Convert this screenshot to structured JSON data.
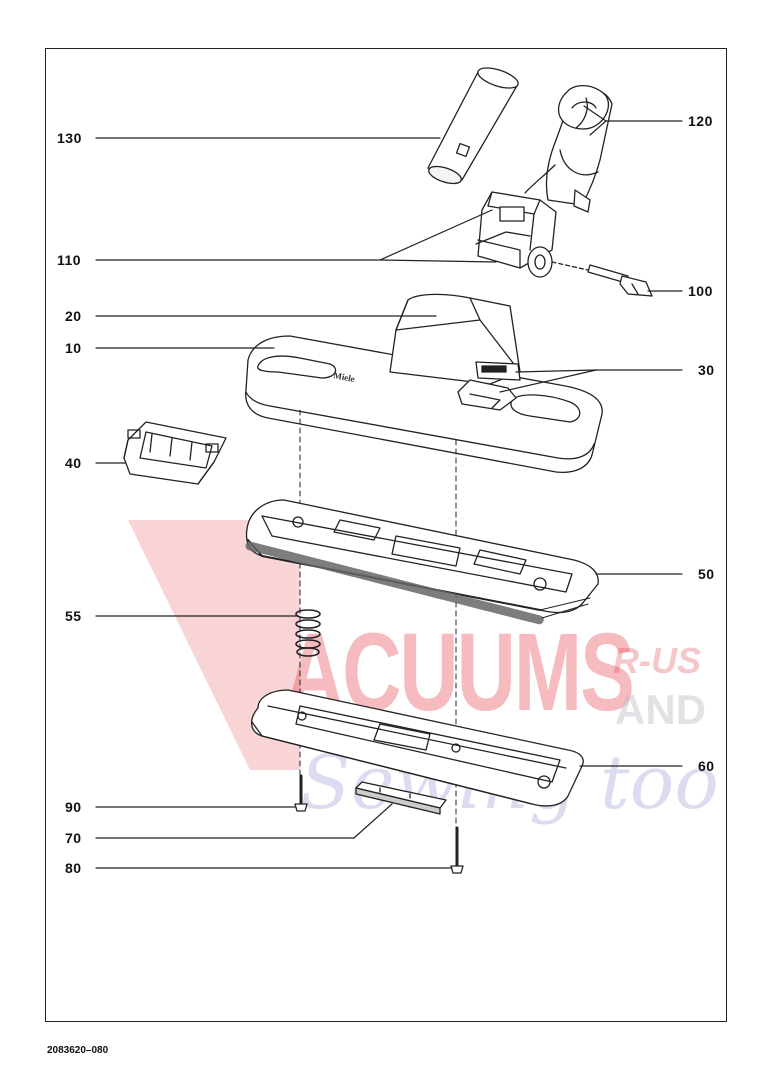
{
  "document_number": "2083620–080",
  "callouts": {
    "c130": "130",
    "c120": "120",
    "c110": "110",
    "c100": "100",
    "c20": "20",
    "c10": "10",
    "c30": "30",
    "c40": "40",
    "c50": "50",
    "c55": "55",
    "c60": "60",
    "c90": "90",
    "c70": "70",
    "c80": "80"
  },
  "watermark": {
    "line1": "ACUUMS",
    "line2": "R-US",
    "line3": "AND",
    "line4": "Sewing too"
  },
  "colors": {
    "line": "#222222",
    "watermark_red": "#e13c46",
    "watermark_blue": "#8c8ccd"
  }
}
